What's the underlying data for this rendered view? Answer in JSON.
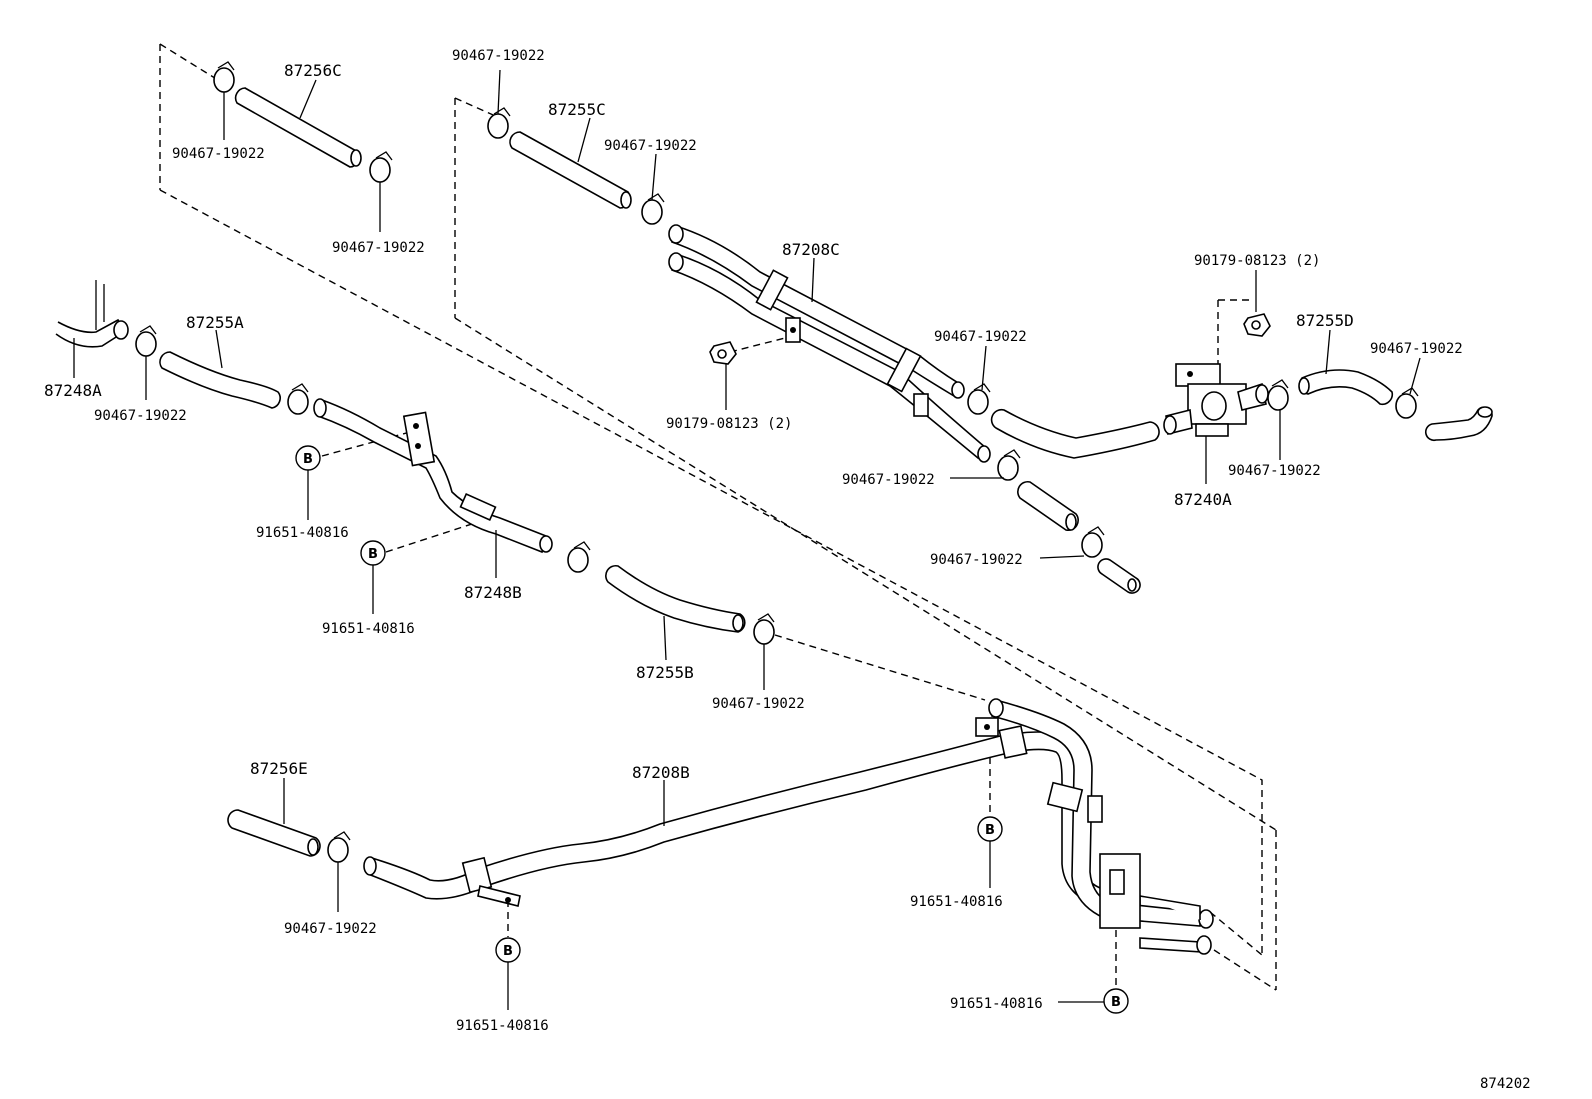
{
  "diagram": {
    "figure_number": "874202",
    "callout_symbol": "B",
    "labels": {
      "p87256C": "87256C",
      "p87255C": "87255C",
      "p87208C": "87208C",
      "p87255A": "87255A",
      "p87248A": "87248A",
      "p87248B": "87248B",
      "p87255B": "87255B",
      "p87255D": "87255D",
      "p87240A": "87240A",
      "p87256E": "87256E",
      "p87208B": "87208B",
      "clamp": "90467-19022",
      "nut": "90179-08123 (2)",
      "bolt": "91651-40816"
    }
  }
}
